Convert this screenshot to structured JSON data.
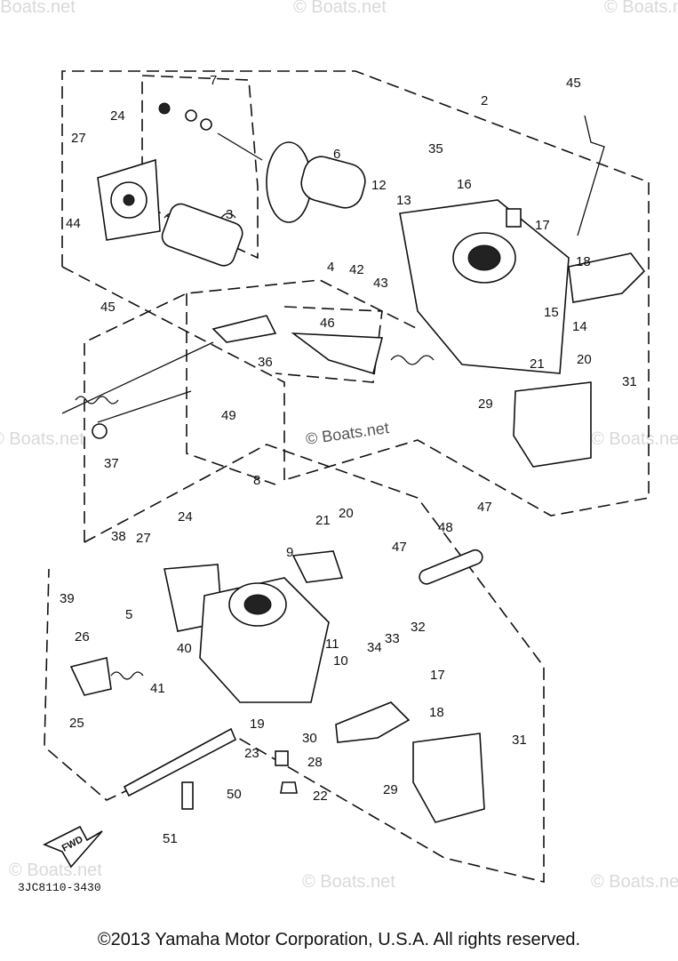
{
  "watermark": "© Boats.net",
  "center_watermark": "© Boats.net",
  "diagram_code": "3JC8110-3430",
  "fwd_label": "FWD",
  "copyright": "©2013 Yamaha Motor Corporation, U.S.A. All rights reserved.",
  "callouts": [
    "2",
    "3",
    "4",
    "5",
    "6",
    "7",
    "8",
    "9",
    "10",
    "11",
    "12",
    "13",
    "14",
    "15",
    "16",
    "17",
    "17",
    "18",
    "18",
    "19",
    "20",
    "20",
    "21",
    "21",
    "22",
    "23",
    "24",
    "24",
    "25",
    "26",
    "27",
    "27",
    "28",
    "29",
    "29",
    "30",
    "31",
    "31",
    "32",
    "33",
    "34",
    "35",
    "36",
    "37",
    "38",
    "39",
    "40",
    "41",
    "42",
    "43",
    "44",
    "45",
    "45",
    "46",
    "47",
    "47",
    "48",
    "49",
    "50",
    "51"
  ]
}
